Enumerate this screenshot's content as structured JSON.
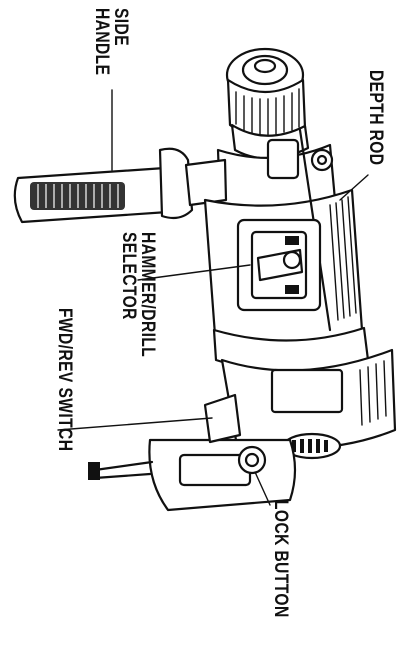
{
  "labels": {
    "side_handle": [
      "SIDE",
      "HANDLE"
    ],
    "depth_rod": "DEPTH ROD",
    "hammer_drill_selector": [
      "HAMMER/DRILL",
      "SELECTOR"
    ],
    "fwd_rev_switch": "FWD/REV SWITCH",
    "lock_button": "LOCK BUTTON"
  }
}
